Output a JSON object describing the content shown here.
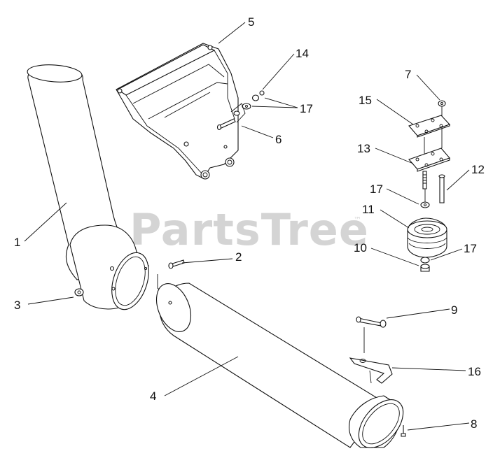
{
  "watermark": {
    "text": "PartsTree",
    "trademark": "™"
  },
  "parts": [
    {
      "id": "p1",
      "label": "1"
    },
    {
      "id": "p2",
      "label": "2"
    },
    {
      "id": "p3",
      "label": "3"
    },
    {
      "id": "p4",
      "label": "4"
    },
    {
      "id": "p5",
      "label": "5"
    },
    {
      "id": "p6",
      "label": "6"
    },
    {
      "id": "p7",
      "label": "7"
    },
    {
      "id": "p8",
      "label": "8"
    },
    {
      "id": "p9",
      "label": "9"
    },
    {
      "id": "p10",
      "label": "10"
    },
    {
      "id": "p11",
      "label": "11"
    },
    {
      "id": "p12",
      "label": "12"
    },
    {
      "id": "p13",
      "label": "13"
    },
    {
      "id": "p14",
      "label": "14"
    },
    {
      "id": "p15",
      "label": "15"
    },
    {
      "id": "p16",
      "label": "16"
    },
    {
      "id": "p17a",
      "label": "17"
    },
    {
      "id": "p17b",
      "label": "17"
    },
    {
      "id": "p17c",
      "label": "17"
    }
  ]
}
